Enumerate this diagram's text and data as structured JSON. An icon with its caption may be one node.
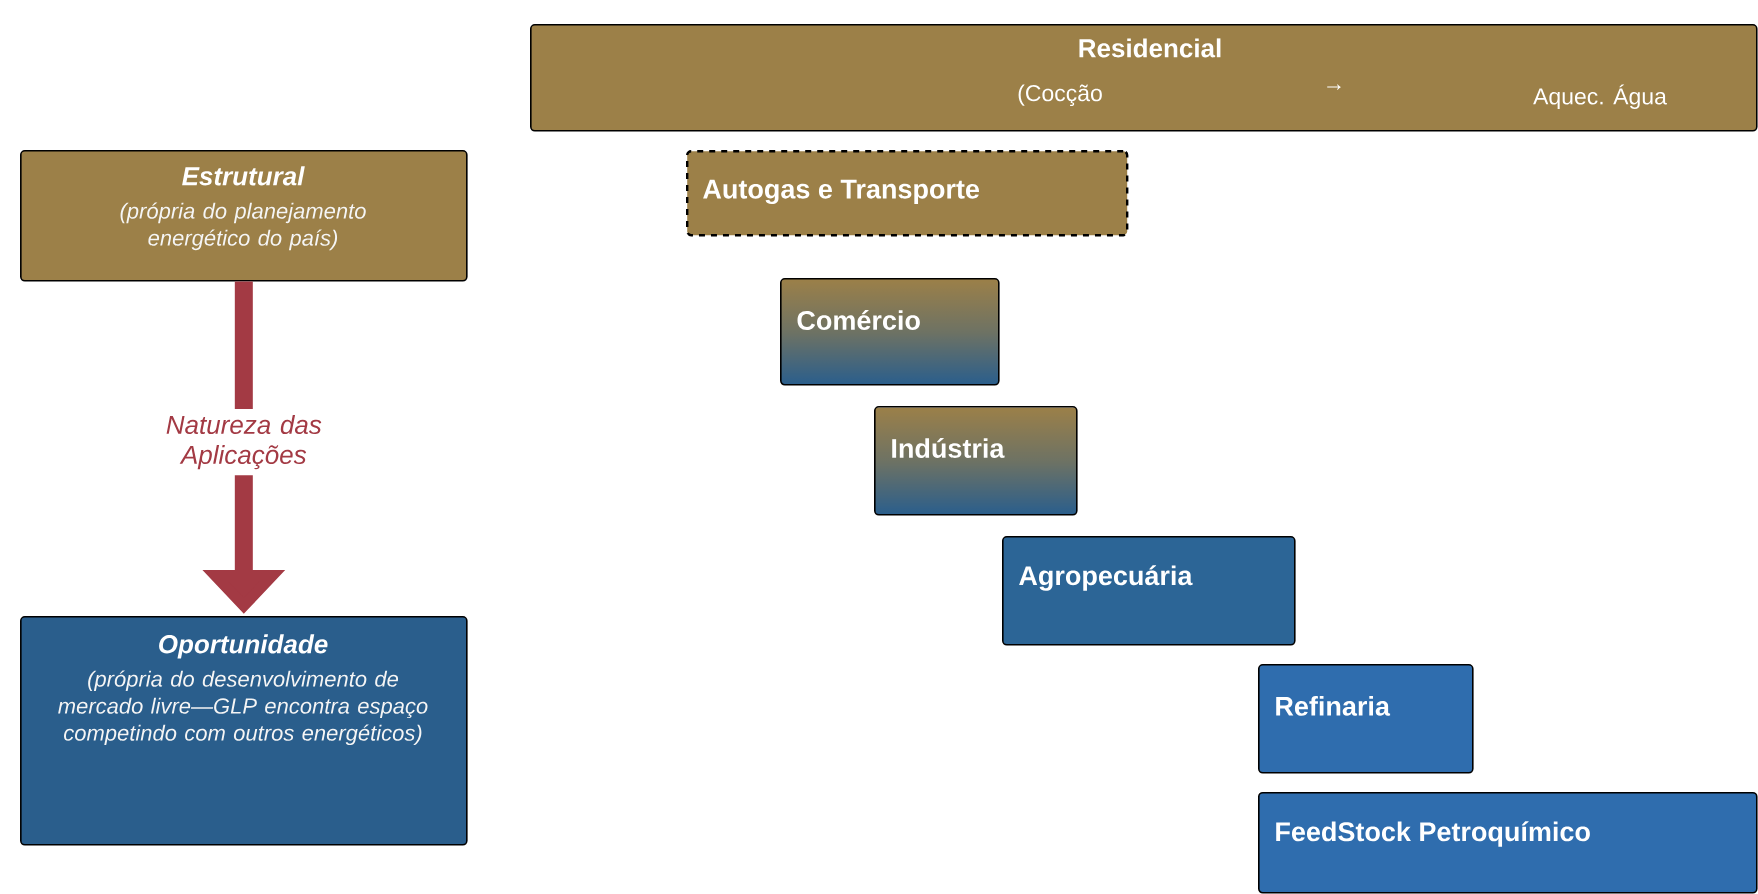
{
  "diagram": {
    "nodes": [
      {
        "text": [
          "Estrutural",
          "(própria do planejamento energético do país)"
        ]
      },
      {
        "text": [
          "Oportunidade",
          "(própria do desenvolvimento de mercado livre—GLP encontra espaço competindo com outros energéticos)"
        ]
      },
      {
        "text": [
          "Residencial",
          "(Cocção",
          "→",
          "Aquec. Água"
        ]
      },
      {
        "text": [
          "Autogas e Transporte"
        ]
      },
      {
        "text": [
          "Comércio"
        ]
      },
      {
        "text": [
          "Indústria"
        ]
      },
      {
        "text": [
          "Agropecuária"
        ]
      },
      {
        "text": [
          "Refinaria"
        ]
      },
      {
        "text": [
          "FeedStock Petroquímico"
        ]
      }
    ],
    "edges": [
      {
        "from": 0,
        "to": 1,
        "arrow": "to",
        "label": "Natureza das Aplicações"
      }
    ]
  }
}
